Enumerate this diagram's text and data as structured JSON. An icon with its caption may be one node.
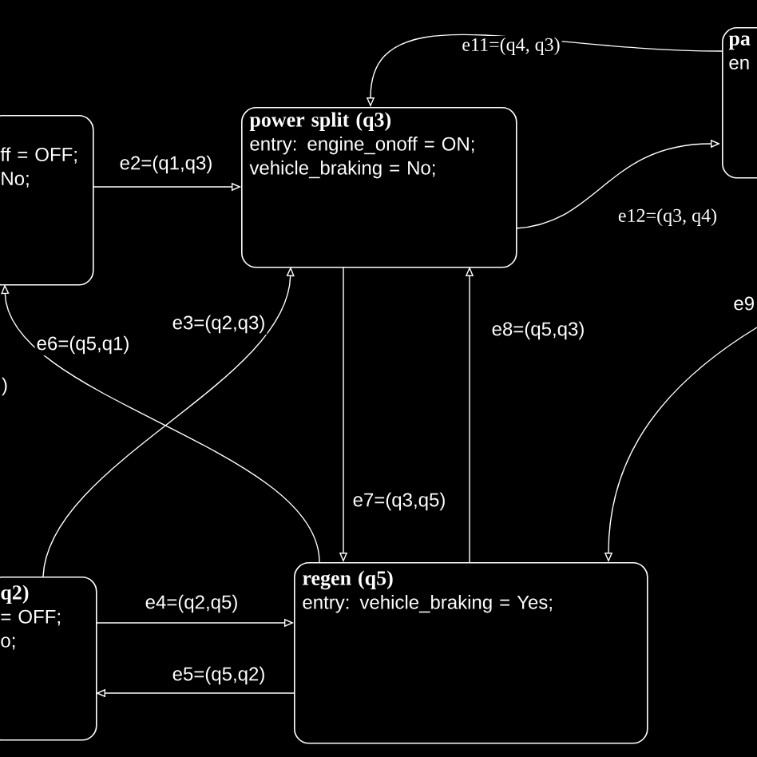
{
  "diagram": {
    "nodes": [
      {
        "text": [
          "ff = OFF;",
          "No;"
        ]
      },
      {
        "text": [
          "power split (q3)",
          "entry: engine_onoff = ON; vehicle_braking = No;"
        ]
      },
      {
        "text": [
          "pa",
          "en"
        ]
      },
      {
        "text": [
          "q2)",
          "= OFF;",
          "o;"
        ]
      },
      {
        "text": [
          "regen (q5)",
          "entry: vehicle_braking = Yes;"
        ]
      }
    ],
    "edges": [
      {
        "from": 0,
        "to": 1,
        "arrow": "to",
        "label": "e2=(q1,q3)"
      },
      {
        "from": 3,
        "to": 1,
        "arrow": "to",
        "label": "e3=(q2,q3)"
      },
      {
        "from": 3,
        "to": 4,
        "arrow": "to",
        "label": "e4=(q2,q5)"
      },
      {
        "from": 4,
        "to": 3,
        "arrow": "to",
        "label": "e5=(q5,q2)"
      },
      {
        "from": 4,
        "to": 0,
        "arrow": "to",
        "label": "e6=(q5,q1)"
      },
      {
        "from": 1,
        "to": 4,
        "arrow": "to",
        "label": "e7=(q3,q5)"
      },
      {
        "from": 4,
        "to": 1,
        "arrow": "to",
        "label": "e8=(q5,q3)"
      },
      {
        "from": null,
        "to": 4,
        "arrow": "to",
        "label": "e9"
      },
      {
        "from": 2,
        "to": 1,
        "arrow": "to",
        "label": "e11=(q4, q3)"
      },
      {
        "from": 1,
        "to": 2,
        "arrow": "to",
        "label": "e12=(q3, q4)"
      }
    ],
    "labels": [
      ")"
    ]
  }
}
